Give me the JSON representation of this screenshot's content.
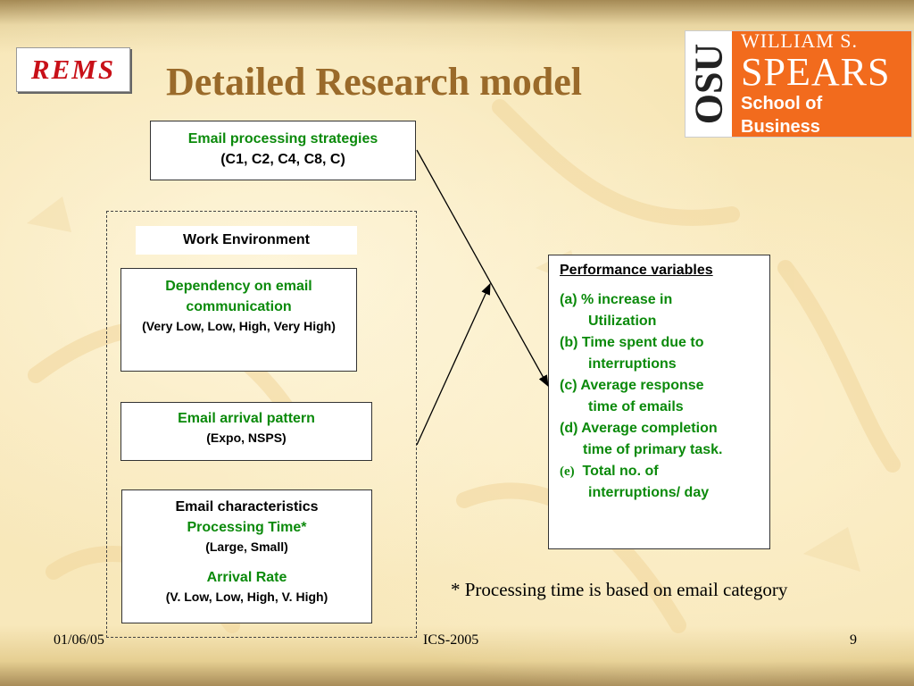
{
  "logos": {
    "left_logo": "REMS",
    "right_logo": {
      "vertical": "OSU",
      "line1": "WILLIAM S.",
      "line2": "SPEARS",
      "line3": "School of Business"
    }
  },
  "title": "Detailed Research model",
  "strategies": {
    "heading": "Email processing strategies",
    "detail": "(C1, C2, C4, C8, C)"
  },
  "work_environment": {
    "label": "Work Environment",
    "dependency": {
      "heading": "Dependency on email communication",
      "detail": "(Very Low, Low, High, Very High)"
    },
    "arrival": {
      "heading": "Email arrival pattern",
      "detail": "(Expo, NSPS)"
    },
    "characteristics": {
      "heading": "Email characteristics",
      "processing_label": "Processing Time*",
      "processing_detail": "(Large, Small)",
      "arrival_label": "Arrival Rate",
      "arrival_detail": "(V. Low, Low, High, V. High)"
    }
  },
  "performance": {
    "heading": "Performance variables",
    "items": [
      {
        "label": "(a) % increase in",
        "cont": "Utilization"
      },
      {
        "label": "(b) Time spent due to",
        "cont": "interruptions"
      },
      {
        "label": "(c) Average response",
        "cont": "time of  emails"
      },
      {
        "label": "(d) Average completion",
        "cont": "time of primary task."
      },
      {
        "marker": "(e)",
        "label": "Total no. of",
        "cont": "interruptions/ day"
      }
    ]
  },
  "footnote": "* Processing time is based on email category",
  "footer": {
    "date": "01/06/05",
    "conference": "ICS-2005",
    "page": "9"
  },
  "colors": {
    "title": "#9a6a2a",
    "accent_green": "#0b8a0b",
    "osu_orange": "#f26b1d",
    "rems_red": "#c81018"
  }
}
